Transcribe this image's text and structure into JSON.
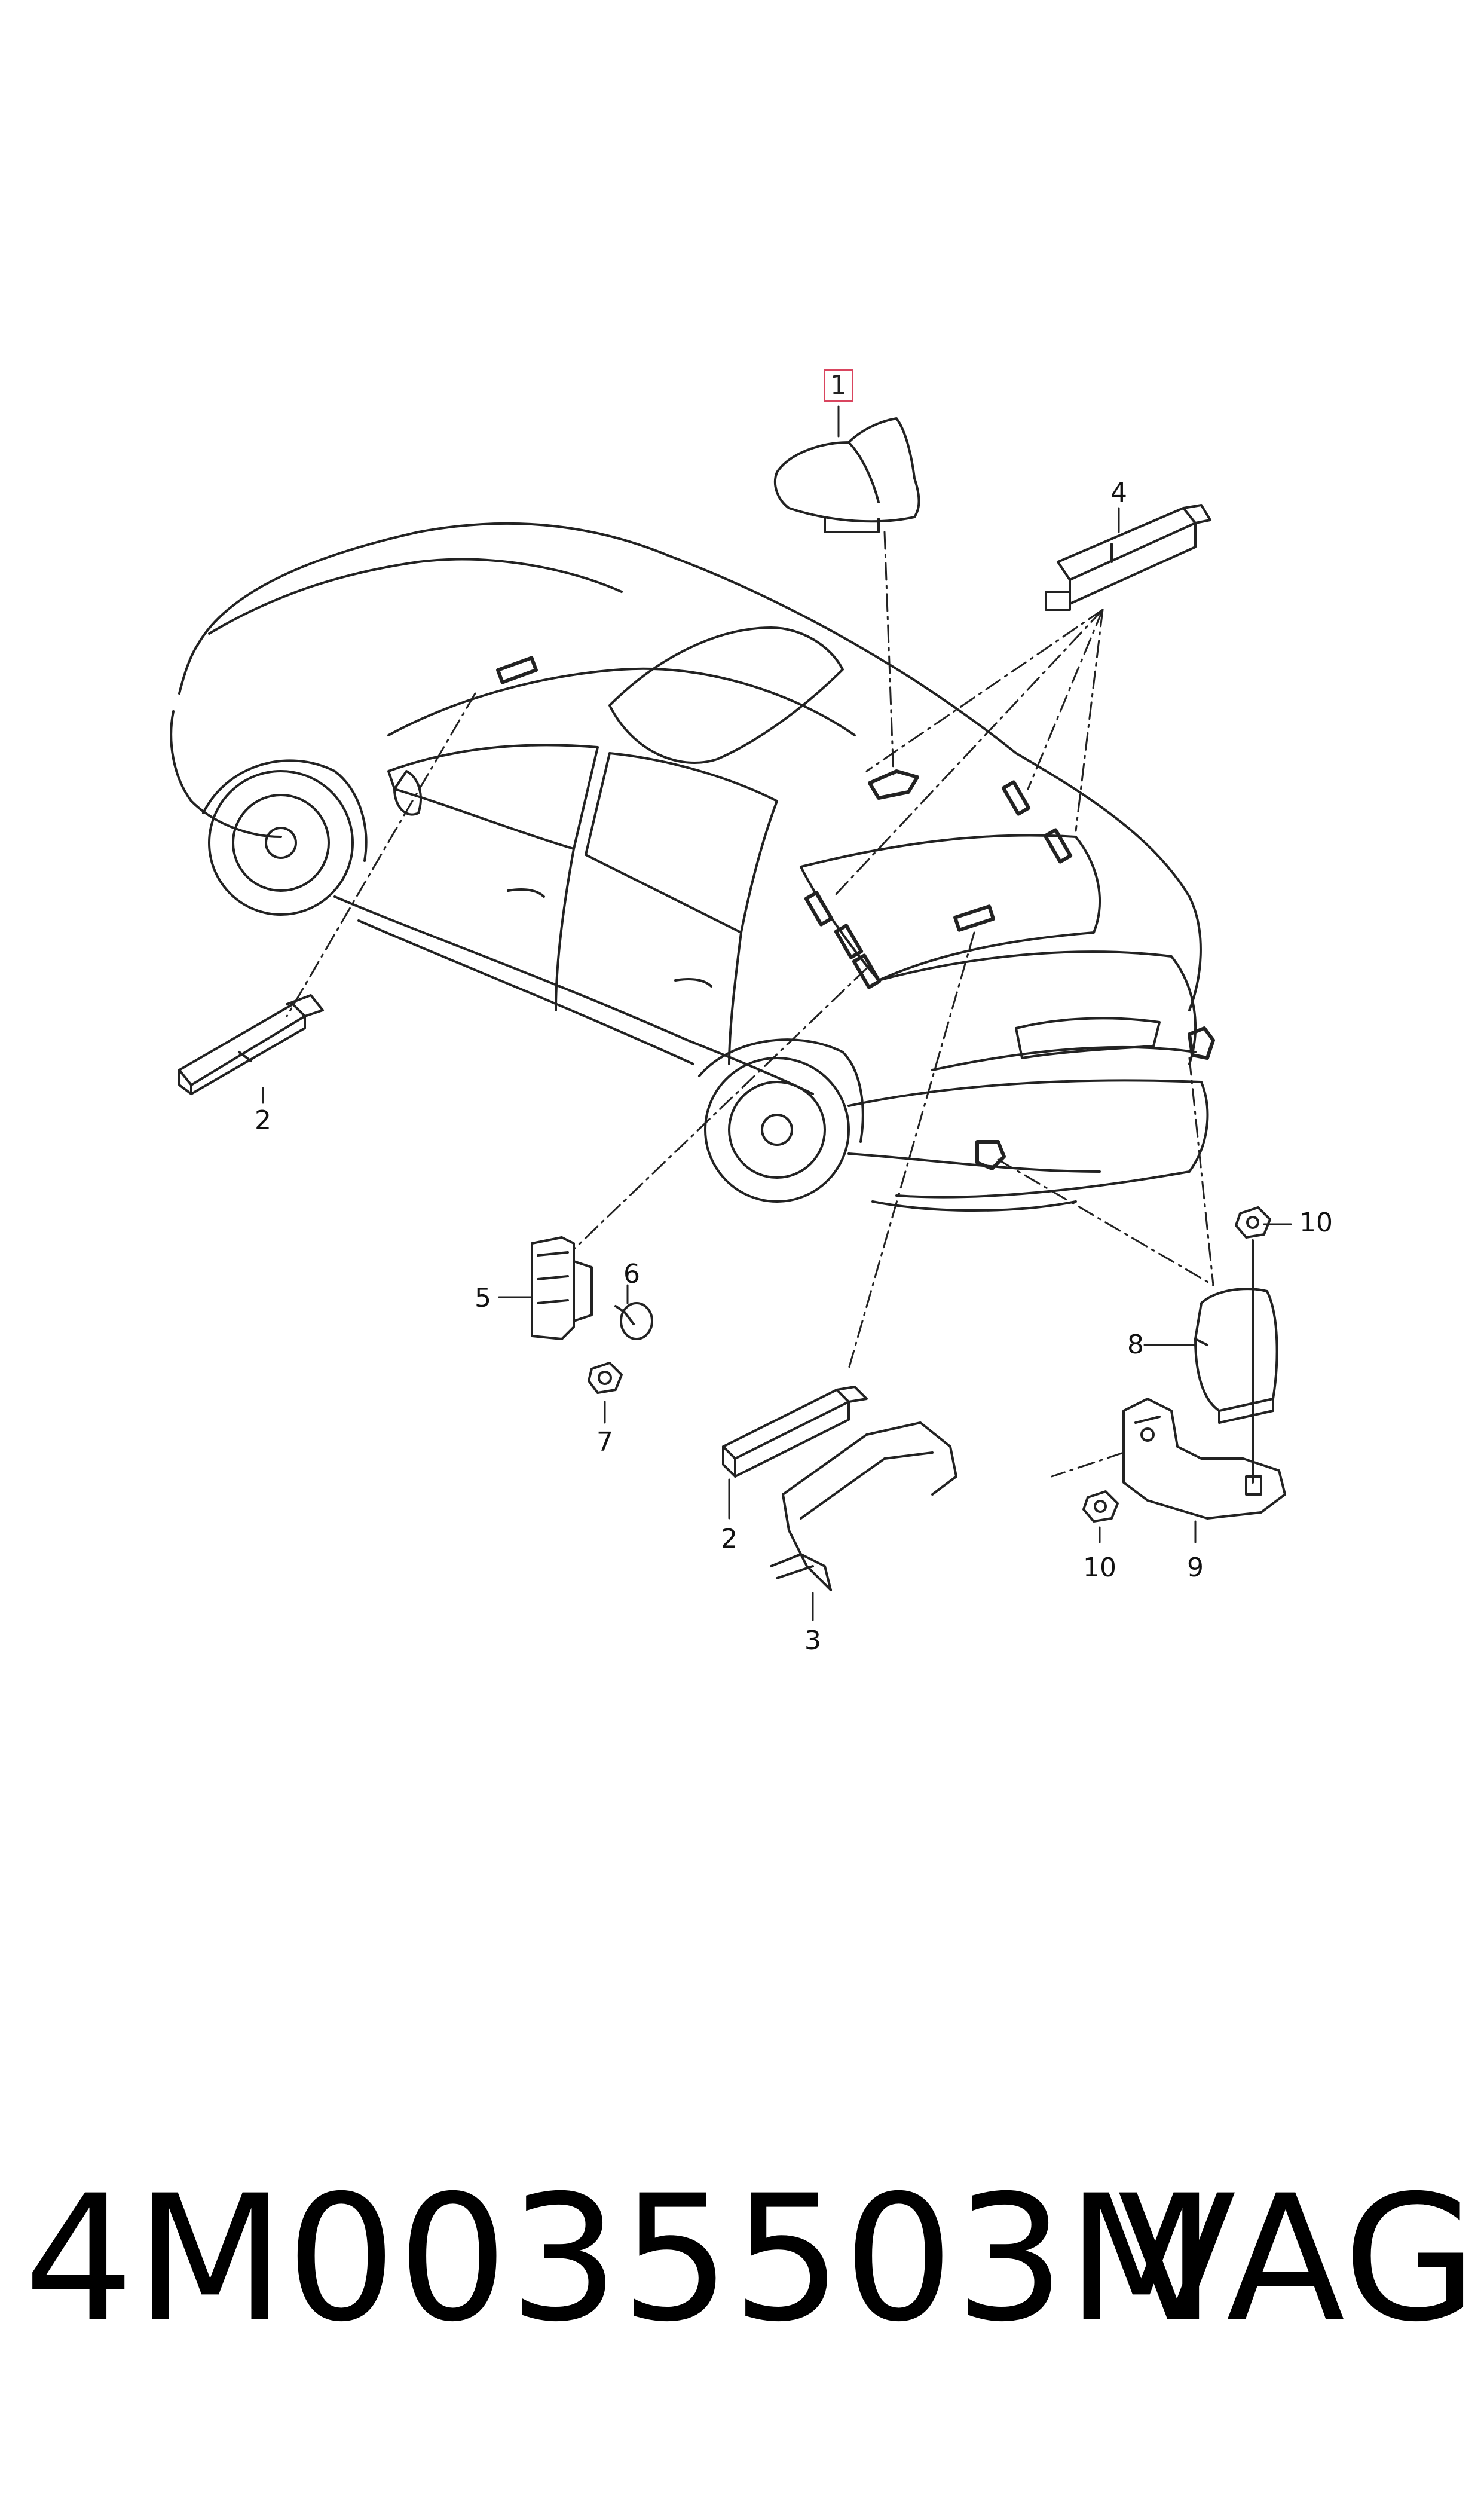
{
  "callouts": {
    "c1": "1",
    "c2a": "2",
    "c2b": "2",
    "c3": "3",
    "c4": "4",
    "c5": "5",
    "c6": "6",
    "c7": "7",
    "c8": "8",
    "c9": "9",
    "c10a": "10",
    "c10b": "10"
  },
  "footer": {
    "part_number": "4M0035503M",
    "brand": "VAG"
  },
  "colors": {
    "line": "#222222",
    "highlight_box": "#d9455f",
    "background": "#ffffff"
  }
}
